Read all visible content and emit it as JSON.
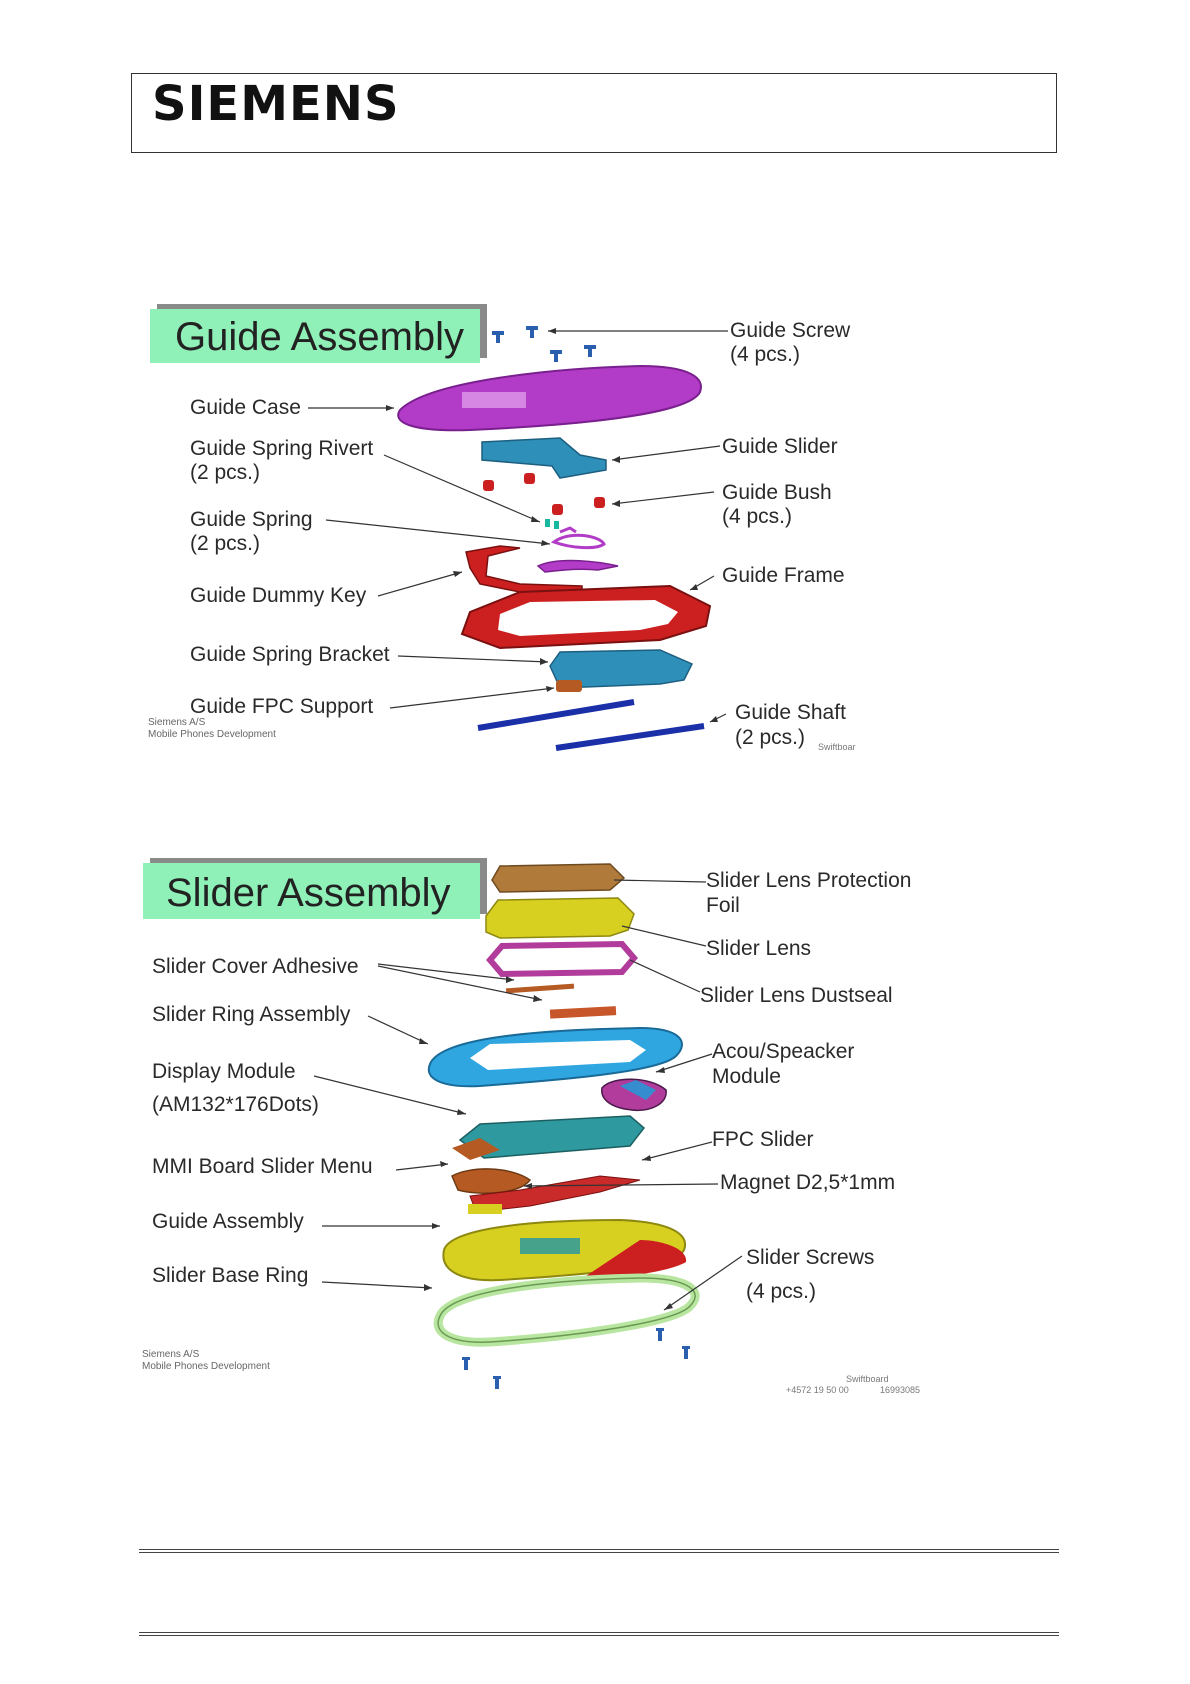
{
  "header": {
    "brand": "SIEMENS"
  },
  "guide": {
    "title": "Guide Assembly",
    "labels": {
      "screw_1": "Guide Screw",
      "screw_2": "(4 pcs.)",
      "case": "Guide Case",
      "rivet_1": "Guide Spring Rivert",
      "rivet_2": "(2 pcs.)",
      "slider": "Guide Slider",
      "bush_1": "Guide Bush",
      "bush_2": "(4 pcs.)",
      "spring_1": "Guide Spring",
      "spring_2": "(2 pcs.)",
      "frame": "Guide Frame",
      "dummy": "Guide Dummy Key",
      "bracket": "Guide Spring Bracket",
      "fpc": "Guide FPC Support",
      "shaft_1": "Guide Shaft",
      "shaft_2": "(2 pcs.)"
    },
    "footer_1": "Siemens A/S",
    "footer_2": "Mobile Phones Development",
    "corner": "Swiftboar"
  },
  "slider": {
    "title": "Slider Assembly",
    "labels": {
      "foil_1": "Slider Lens Protection",
      "foil_2": "Foil",
      "lens": "Slider Lens",
      "adhesive": "Slider Cover Adhesive",
      "dustseal": "Slider Lens Dustseal",
      "ring": "Slider Ring Assembly",
      "display_1": "Display Module",
      "display_2": "(AM132*176Dots)",
      "acou_1": "Acou/Speacker",
      "acou_2": "Module",
      "fpc": "FPC Slider",
      "mmi": "MMI Board Slider Menu",
      "magnet": "Magnet D2,5*1mm",
      "guide": "Guide Assembly",
      "base": "Slider Base Ring",
      "screws_1": "Slider Screws",
      "screws_2": "(4 pcs.)"
    },
    "footer_1": "Siemens A/S",
    "footer_2": "Mobile Phones Development",
    "corner_1": "Swiftboard",
    "corner_2": "+4572 19 50 00",
    "corner_3": "16993085"
  },
  "colors": {
    "title_bg": "#8ff0b8",
    "title_shadow": "#8a8a8a",
    "purple": "#b23cc8",
    "teal": "#2e8fb8",
    "red": "#cc1f1f",
    "navy": "#1a2fa8",
    "orange": "#b45a22",
    "yellow": "#d8d020",
    "cyan": "#2fa6e0",
    "lightgreen": "#b8e6a0"
  }
}
